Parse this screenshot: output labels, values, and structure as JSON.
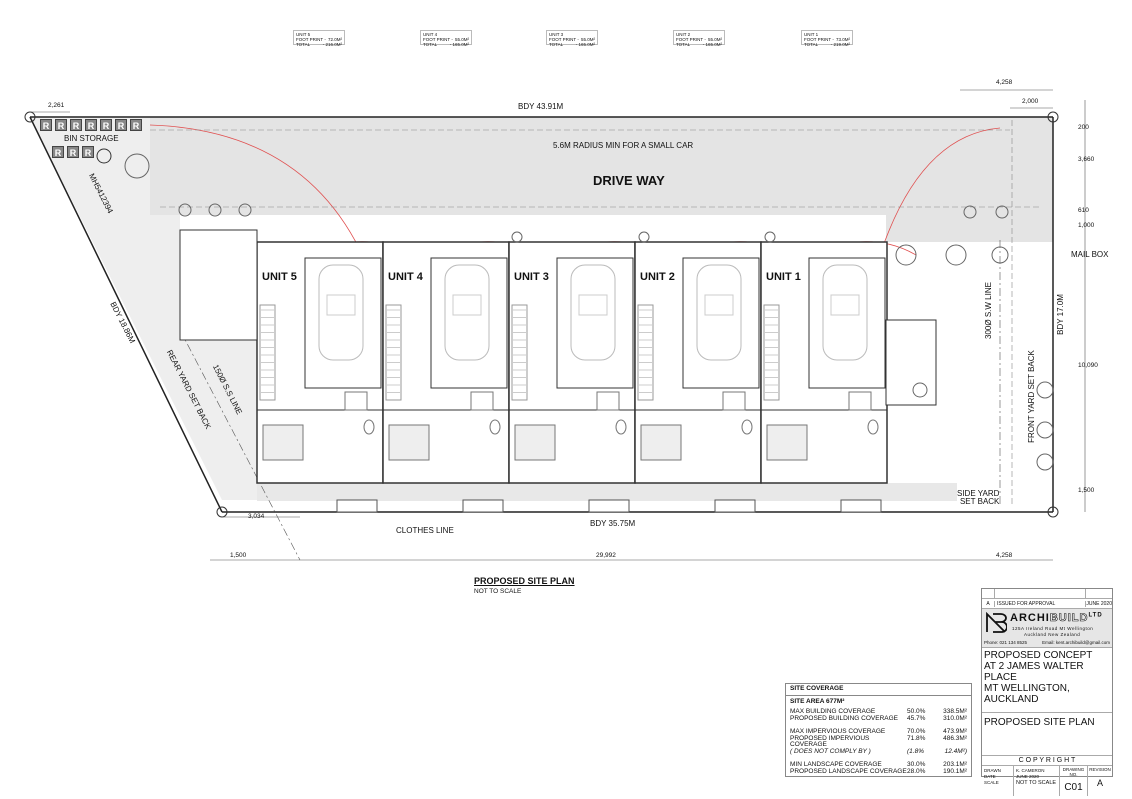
{
  "unit_summaries": [
    {
      "unit": "UNIT 5",
      "footprint_label": "FOOT PRINT -",
      "footprint": "72.0M²",
      "total_label": "TOTAL",
      "total": "- 216.0M²"
    },
    {
      "unit": "UNIT 4",
      "footprint_label": "FOOT PRINT -",
      "footprint": "55.0M²",
      "total_label": "TOTAL",
      "total": "- 165.0M²"
    },
    {
      "unit": "UNIT 3",
      "footprint_label": "FOOT PRINT -",
      "footprint": "55.0M²",
      "total_label": "TOTAL",
      "total": "- 165.0M²"
    },
    {
      "unit": "UNIT 2",
      "footprint_label": "FOOT PRINT -",
      "footprint": "55.0M²",
      "total_label": "TOTAL",
      "total": "- 165.0M²"
    },
    {
      "unit": "UNIT 1",
      "footprint_label": "FOOT PRINT -",
      "footprint": "73.0M²",
      "total_label": "TOTAL",
      "total": "- 219.0M²"
    }
  ],
  "plan": {
    "units": [
      "UNIT 5",
      "UNIT 4",
      "UNIT 3",
      "UNIT 2",
      "UNIT 1"
    ],
    "bdy_top": "BDY 43.91M",
    "bdy_bottom": "BDY 35.75M",
    "bdy_right": "BDY 17.0M",
    "bdy_left": "BDY 18.86M",
    "radius_note": "5.6M RADIUS MIN FOR A SMALL CAR",
    "driveway": "DRIVE WAY",
    "bin_storage": "BIN STORAGE",
    "bin_mark": "R",
    "manhole": "MH5412394",
    "clothes_line": "CLOTHES LINE",
    "mail_box": "MAIL BOX",
    "front_setback": "FRONT YARD SET BACK",
    "sw_line": "300Ø S.W LINE",
    "ss_line": "150Ø S.S LINE",
    "rear_setback": "REAR YARD SET BACK",
    "side_setback_1": "SIDE YARD",
    "side_setback_2": "SET BACK",
    "dims": {
      "d2261": "2,261",
      "d4258_top": "4,258",
      "d2000": "2,000",
      "d200": "200",
      "d3660": "3,660",
      "d1000": "1,000",
      "d610": "610",
      "d10090": "10,090",
      "d1500_r": "1,500",
      "d3034": "3,034",
      "d1500_b": "1,500",
      "d29992": "29,992",
      "d4258_bot": "4,258"
    }
  },
  "title": {
    "main": "PROPOSED SITE PLAN",
    "sub": "NOT TO SCALE"
  },
  "coverage": {
    "header": "SITE COVERAGE",
    "site_area": "SITE AREA 677M²",
    "rows": [
      [
        "MAX BUILDING COVERAGE",
        "50.0%",
        "338.5M²"
      ],
      [
        "PROPOSED BUILDING COVERAGE",
        "45.7%",
        "310.0M²"
      ],
      [
        "MAX IMPERVIOUS COVERAGE",
        "70.0%",
        "473.9M²"
      ],
      [
        "PROPOSED IMPERVIOUS COVERAGE",
        "71.8%",
        "486.3M²"
      ],
      [
        "( DOES NOT COMPLY BY )",
        "(1.8%",
        "12.4M²)"
      ],
      [
        "MIN LANDSCAPE COVERAGE",
        "30.0%",
        "203.1M²"
      ],
      [
        "PROPOSED LANDSCAPE COVERAGE",
        "28.0%",
        "190.1M²"
      ]
    ]
  },
  "titleblock": {
    "rev": "A",
    "rev_desc": "ISSUED FOR APPROVAL",
    "rev_date": "JUNE 2020",
    "company": "ARCHI",
    "company2": "BUILD",
    "company_ltd": "LTD",
    "address1": "125A Ireland Road Mt Wellington",
    "address2": "Auckland New Zealand",
    "phone": "Phone: 021 134 8525",
    "email": "Email: kent.archibuild@gmail.com",
    "project": [
      "PROPOSED CONCEPT",
      "AT 2 JAMES WALTER PLACE",
      "MT WELLINGTON,",
      "AUCKLAND"
    ],
    "sheet": "PROPOSED SITE PLAN",
    "copyright": "C O P Y R I G H T",
    "drawn_label": "DRAWN",
    "date_label": "DATE",
    "scale_label": "SCALE",
    "drawn": "K. CAMERON",
    "date": "JUNE 2020",
    "scale": "NOT TO SCALE",
    "drawing_no_label": "DRAWING NO.",
    "revision_label": "REVISION",
    "drawing_no": "C01",
    "revision": "A"
  },
  "colors": {
    "line": "#222222",
    "red": "#e05050",
    "paving": "#e4e4e4"
  }
}
